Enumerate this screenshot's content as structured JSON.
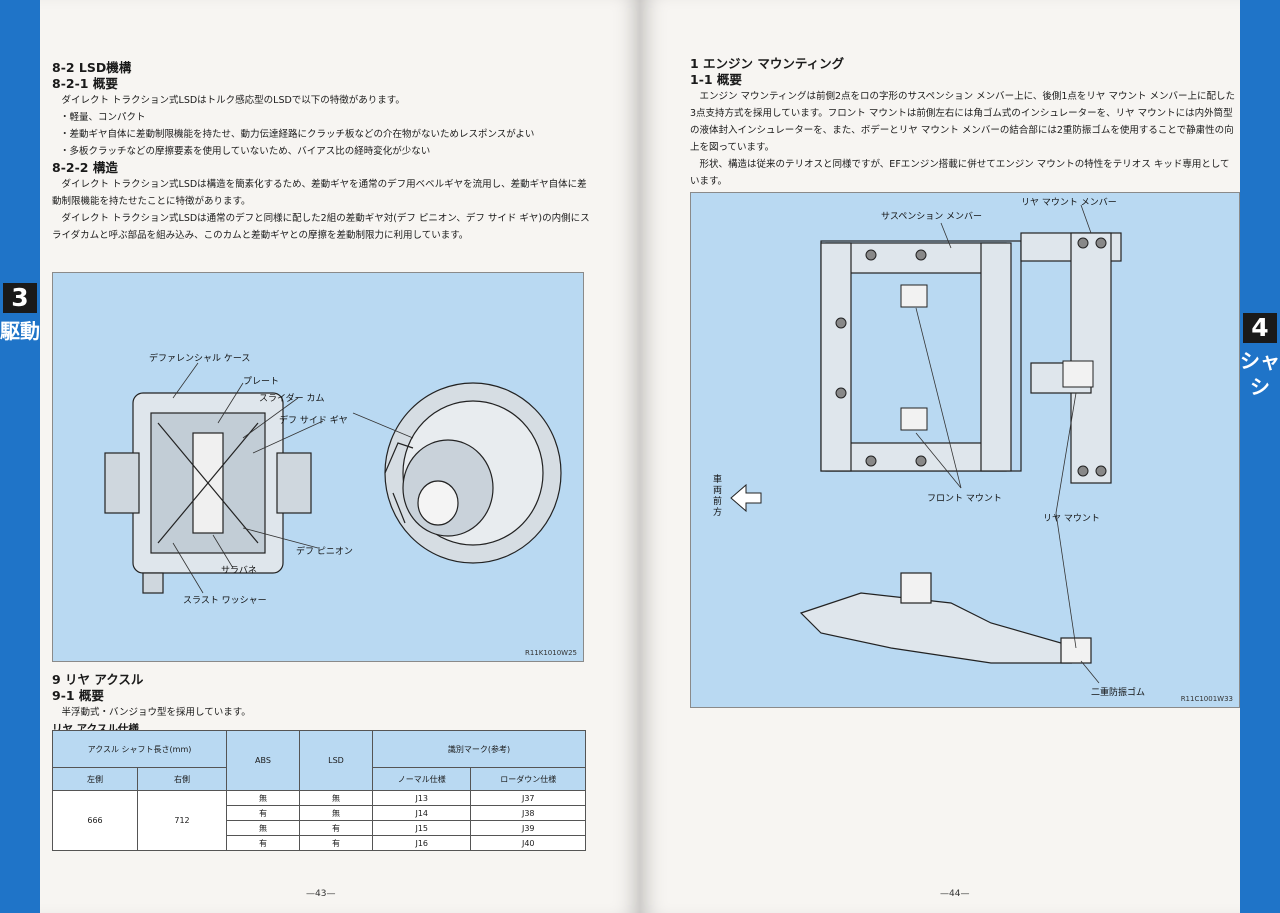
{
  "left_page": {
    "tab": {
      "number": "3",
      "label": "駆動"
    },
    "lsd": {
      "title": "8-2 LSD機構",
      "overview_heading": "8-2-1 概要",
      "overview_intro": "ダイレクト トラクション式LSDはトルク感応型のLSDで以下の特徴があります。",
      "bullets": [
        "・軽量、コンパクト",
        "・差動ギヤ自体に差動制限機能を持たせ、動力伝達経路にクラッチ板などの介在物がないためレスポンスがよい",
        "・多板クラッチなどの摩擦要素を使用していないため、バイアス比の経時変化が少ない"
      ],
      "structure_heading": "8-2-2 構造",
      "structure_p1": "ダイレクト トラクション式LSDは構造を簡素化するため、差動ギヤを通常のデフ用ベベルギヤを流用し、差動ギヤ自体に差動制限機能を持たせたことに特徴があります。",
      "structure_p2": "ダイレクト トラクション式LSDは通常のデフと同様に配した2組の差動ギヤ対(デフ ピニオン、デフ サイド ギヤ)の内側にスライダカムと呼ぶ部品を組み込み、このカムと差動ギヤとの摩擦を差動制限力に利用しています。"
    },
    "figure": {
      "labels": {
        "differential_case": "デファレンシャル ケース",
        "plate": "プレート",
        "slider_cam": "スライダー カム",
        "side_gear": "デフ サイド ギヤ",
        "pinion": "デフ ピニオン",
        "spring": "サラバネ",
        "thrust_washer": "スラスト ワッシャー"
      },
      "code": "R11K1010W25"
    },
    "axle": {
      "title": "9 リヤ アクスル",
      "overview_heading": "9-1 概要",
      "text": "半浮動式・バンジョウ型を採用しています。",
      "spec_title": "リヤ アクスル仕様",
      "table": {
        "shaft_length_header": "アクスル シャフト長さ(mm)",
        "left_header": "左側",
        "right_header": "右側",
        "abs_header": "ABS",
        "lsd_header": "LSD",
        "mark_header": "識別マーク(参考)",
        "normal_header": "ノーマル仕様",
        "lowdown_header": "ローダウン仕様",
        "left_value": "666",
        "right_value": "712",
        "rows": [
          {
            "abs": "無",
            "lsd": "無",
            "normal": "J13",
            "lowdown": "J37"
          },
          {
            "abs": "有",
            "lsd": "無",
            "normal": "J14",
            "lowdown": "J38"
          },
          {
            "abs": "無",
            "lsd": "有",
            "normal": "J15",
            "lowdown": "J39"
          },
          {
            "abs": "有",
            "lsd": "有",
            "normal": "J16",
            "lowdown": "J40"
          }
        ]
      }
    },
    "page_number": "—43—"
  },
  "right_page": {
    "tab": {
      "number": "4",
      "label": "シャシ"
    },
    "mounting": {
      "title": "1 エンジン マウンティング",
      "overview_heading": "1-1 概要",
      "p1": "エンジン マウンティングは前側2点をロの字形のサスペンション メンバー上に、後側1点をリヤ マウント メンバー上に配した3点支持方式を採用しています。フロント マウントは前側左右には角ゴム式のインシュレーターを、リヤ マウントには内外筒型の液体封入インシュレーターを、また、ボデーとリヤ マウント メンバーの結合部には2重防振ゴムを使用することで静粛性の向上を図っています。",
      "p2": "形状、構造は従来のテリオスと同様ですが、EFエンジン搭載に併せてエンジン マウントの特性をテリオス キッド専用としています。"
    },
    "figure": {
      "labels": {
        "rear_mount_member": "リヤ マウント メンバー",
        "suspension_member": "サスペンション メンバー",
        "front_mount": "フロント マウント",
        "rear_mount": "リヤ マウント",
        "vehicle_front": "車両前方",
        "double_rubber": "二重防振ゴム"
      },
      "code": "R11C1001W33"
    },
    "page_number": "—44—"
  },
  "colors": {
    "tab_blue": "#1f74c8",
    "figure_fill": "#b9d9f2",
    "paper": "#f7f5f2"
  }
}
